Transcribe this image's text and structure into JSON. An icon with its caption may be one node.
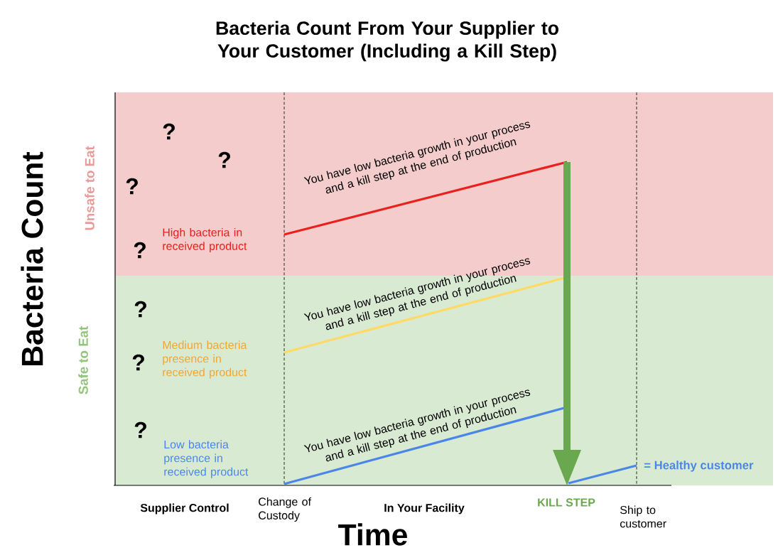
{
  "diagram": {
    "title": "Bacteria Count From Your Supplier to Your Customer (Including a Kill Step)",
    "labels": [
      "Bacteria Count",
      "Unsafe to Eat",
      "?",
      "?",
      "?",
      "?",
      "High bacteria in received product",
      "You have low bacteria growth in your process and a kill step at the end of production",
      "?",
      "Safe to Eat",
      "You have low bacteria growth in your process and a kill step at the end of production",
      "Medium bacteria presence in received product",
      "?",
      "?",
      "You have low bacteria growth in your process and a kill step at the end of production",
      "Low bacteria presence in received product",
      "= Healthy customer",
      "Supplier Control",
      "Change of Custody",
      "In Your Facility",
      "KILL STEP",
      "Ship to customer",
      "Time"
    ]
  }
}
